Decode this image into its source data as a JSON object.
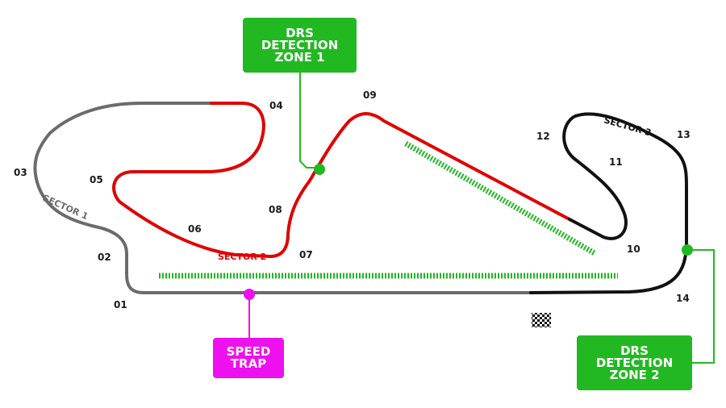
{
  "colors": {
    "sector1": "#6b6b6b",
    "sector2": "#e00000",
    "sector3": "#111111",
    "drs": "#22b822",
    "speed_trap": "#ee10ee"
  },
  "sectors": {
    "s1": "SECTOR 1",
    "s2": "SECTOR 2",
    "s3": "SECTOR 3"
  },
  "turns": [
    "01",
    "02",
    "03",
    "04",
    "05",
    "06",
    "07",
    "08",
    "09",
    "10",
    "11",
    "12",
    "13",
    "14"
  ],
  "boxes": {
    "drs1": [
      "DRS",
      "DETECTION",
      "ZONE 1"
    ],
    "drs2": [
      "DRS",
      "DETECTION",
      "ZONE 2"
    ],
    "speed": [
      "SPEED",
      "TRAP"
    ]
  },
  "icons": {
    "finish": "checkered-flag-icon"
  }
}
